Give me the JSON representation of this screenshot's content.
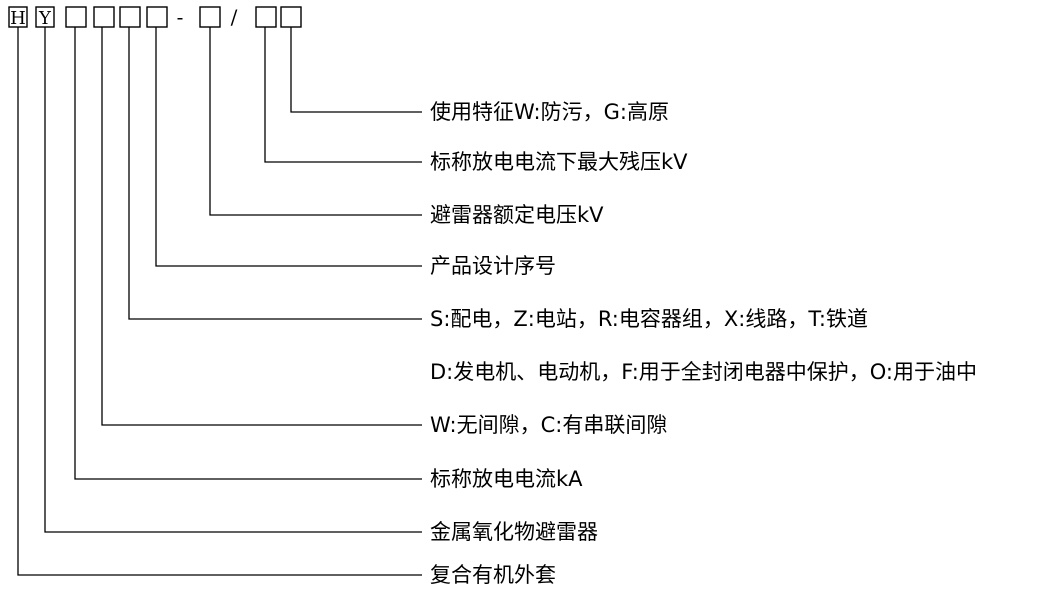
{
  "code": {
    "boxes": [
      "H",
      "Y",
      "",
      "",
      "",
      "",
      "",
      "",
      ""
    ],
    "separators": [
      "-",
      "/"
    ]
  },
  "descriptions": [
    {
      "label": "使用特征W:防污，G:高原"
    },
    {
      "label": "标称放电电流下最大残压kV"
    },
    {
      "label": "避雷器额定电压kV"
    },
    {
      "label": "产品设计序号"
    },
    {
      "label": "S:配电，Z:电站，R:电容器组，X:线路，T:铁道"
    },
    {
      "label": "D:发电机、电动机，F:用于全封闭电器中保护，O:用于油中"
    },
    {
      "label": "W:无间隙，C:有串联间隙"
    },
    {
      "label": "标称放电电流kA"
    },
    {
      "label": "金属氧化物避雷器"
    },
    {
      "label": "复合有机外套"
    }
  ]
}
